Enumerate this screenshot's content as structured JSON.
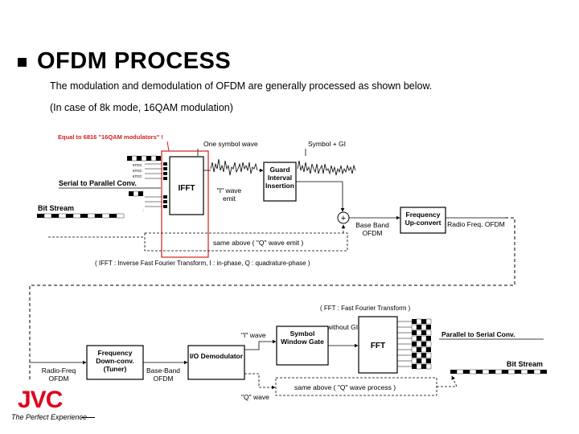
{
  "slide": {
    "title": "OFDM PROCESS",
    "subtitle1": "The modulation and demodulation of OFDM are generally processed as shown below.",
    "subtitle2": "(In case of 8k mode, 16QAM modulation)"
  },
  "diagram": {
    "equal_label": "Equal to 6816 \"16QAM modulators\" !",
    "one_symbol_wave": "One symbol wave",
    "symbol_gi": "Symbol + GI",
    "serial_parallel": "Serial to Parallel Conv.",
    "bit_stream_in": "Bit Stream",
    "carrier_1": "6ТОС",
    "carrier_2": "6ТОС",
    "carrier_3": "6ТОС",
    "ifft": "IFFT",
    "i_wave_emit": "\"I\" wave emit",
    "guard_interval": "Guard Interval Insertion",
    "plus": "+",
    "baseband_ofdm": "Base Band OFDM",
    "freq_upconvert": "Frequency Up-convert",
    "radio_freq_ofdm": "Radio Freq. OFDM",
    "same_above_q_emit": "same above ( \"Q\" wave emit )",
    "ifft_note": "( IFFT : Inverse Fast Fourier Transform, I : in-phase, Q : quadrature-phase )",
    "fft_note": "( FFT : Fast Fourier Transform )",
    "i_wave": "\"I\" wave",
    "symbol_window_gate": "Symbol Window Gate",
    "without_gi": "without GI",
    "fft": "FFT",
    "parallel_serial": "Parallel to Serial Conv.",
    "freq_downconv": "Frequency Down-conv. (Tuner)",
    "radio_freq_ofdm_rx": "Radio-Freq OFDM",
    "baseband_ofdm_rx": "Base-Band OFDM",
    "io_demodulator": "I/O Demodulator",
    "bit_stream_out": "Bit Stream",
    "same_above_q_process": "same above ( \"Q\" wave process )",
    "q_wave": "\"Q\" wave"
  },
  "brand": {
    "logo": "JVC",
    "tagline": "The Perfect Experience",
    "logo_color": "#e2001a",
    "accent_red": "#d42020"
  }
}
